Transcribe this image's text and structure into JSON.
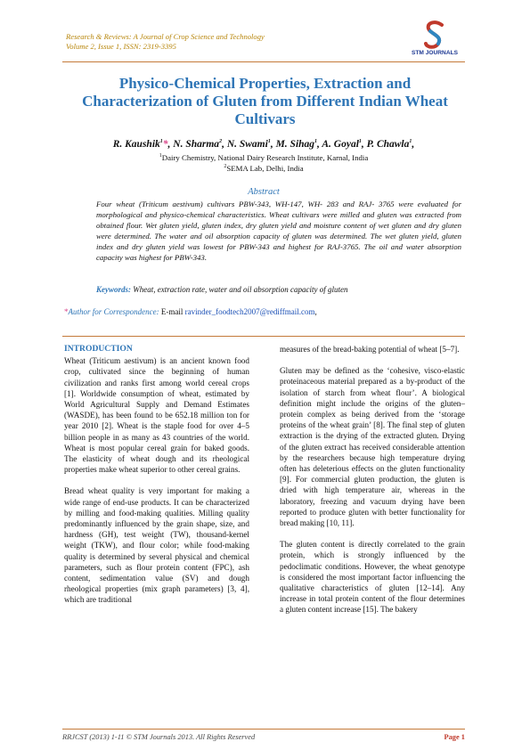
{
  "header": {
    "journal_line1": "Research & Reviews: A Journal of Crop Science and Technology",
    "journal_line2": "Volume 2, Issue 1, ISSN: 2319-3395",
    "logo_text": "STM JOURNALS"
  },
  "title": "Physico-Chemical Properties, Extraction and Characterization of Gluten from Different Indian Wheat Cultivars",
  "authors": {
    "a1": "R. Kaushik",
    "a1_sup": "1",
    "a1_mark": "*",
    "a2": "N. Sharma",
    "a2_sup": "2",
    "a3": "N. Swami",
    "a3_sup": "1",
    "a4": "M. Sihag",
    "a4_sup": "1",
    "a5": "A. Goyal",
    "a5_sup": "1",
    "a6": "P. Chawla",
    "a6_sup": "1"
  },
  "affiliations": [
    {
      "sup": "1",
      "text": "Dairy Chemistry, National Dairy Research Institute, Karnal, India"
    },
    {
      "sup": "2",
      "text": "SEMA Lab, Delhi, India"
    }
  ],
  "abstract": {
    "heading": "Abstract",
    "text": "Four wheat (Triticum aestivum) cultivars PBW-343, WH-147, WH- 283 and RAJ- 3765 were evaluated for morphological and physico-chemical characteristics. Wheat cultivars were milled and gluten was extracted from obtained flour. Wet gluten yield, gluten index, dry gluten yield and moisture content of wet gluten and dry gluten were determined. The water and oil absorption capacity of gluten was determined. The wet gluten yield, gluten index and dry gluten yield was lowest for PBW-343 and highest for RAJ-3765. The oil and water absorption capacity was highest for PBW-343."
  },
  "keywords": {
    "label": "Keywords:",
    "text": "Wheat, extraction rate, water and oil absorption capacity of gluten"
  },
  "correspondence": {
    "star": "*",
    "label": "Author for Correspondence:",
    "prefix": "E-mail",
    "email": "ravinder_foodtech2007@rediffmail.com",
    "suffix": ","
  },
  "body": {
    "intro_heading": "INTRODUCTION",
    "left_p1": "Wheat (Triticum aestivum) is an ancient known food crop, cultivated since the beginning of human civilization and ranks first among world cereal crops [1]. Worldwide consumption of wheat, estimated by World Agricultural Supply and Demand Estimates (WASDE), has been found to be 652.18 million ton for year 2010 [2]. Wheat is the staple food for over 4–5 billion people in as many as 43 countries of the world. Wheat is most popular cereal grain for baked goods. The elasticity of wheat dough and its rheological properties make wheat superior to other cereal grains.",
    "left_p2": "Bread wheat quality is very important for making a wide range of end-use products. It can be characterized by milling and food-making qualities. Milling quality predominantly influenced by the grain shape, size, and hardness (GH), test weight (TW), thousand-kernel weight (TKW), and flour color; while food-making quality is determined by several physical and chemical parameters, such as flour protein content (FPC), ash content, sedimentation value (SV) and dough rheological properties (mix graph parameters) [3, 4], which are traditional",
    "right_p0": "measures of the bread-baking potential of wheat [5–7].",
    "right_p1": "Gluten may be defined as the ‘cohesive, visco-elastic proteinaceous material prepared as a by-product of the isolation of starch from wheat flour’. A biological definition might include the origins of the gluten–protein complex as being derived from the ‘storage proteins of the wheat grain’ [8]. The final step of gluten extraction is the drying of the extracted gluten. Drying of the gluten extract has received considerable attention by the researchers because high temperature drying often has deleterious effects on the gluten functionality [9]. For commercial gluten production, the gluten is dried with high temperature air, whereas in the laboratory, freezing and vacuum drying have been reported to produce gluten with better functionality for bread making [10, 11].",
    "right_p2": "The gluten content is directly correlated to the grain protein, which is strongly influenced by the pedoclimatic conditions. However, the wheat genotype is considered the most important factor influencing the qualitative characteristics of gluten [12–14]. Any increase in total protein content of the flour determines a gluten content increase [15]. The bakery"
  },
  "footer": {
    "left": "RRJCST (2013) 1-11 © STM Journals 2013. All Rights Reserved",
    "page": "Page 1"
  },
  "colors": {
    "title_blue": "#2e75b6",
    "journal_gold": "#b8860b",
    "rule_orange": "#c47a3a"
  }
}
